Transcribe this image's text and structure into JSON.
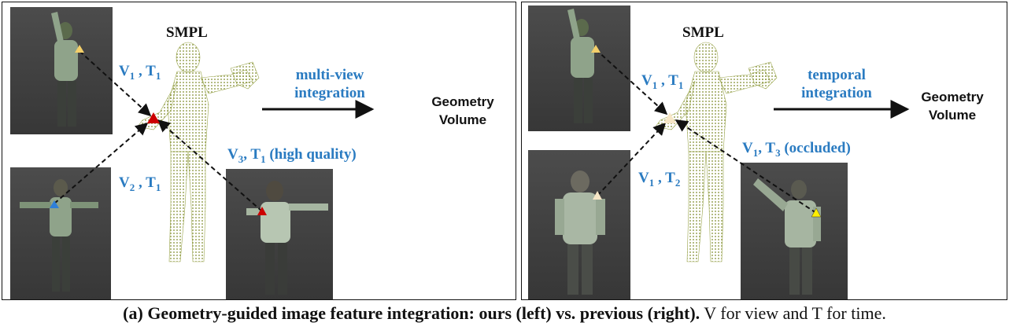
{
  "left": {
    "smpl": "SMPL",
    "labels": {
      "v1t1": {
        "v": "V",
        "vs": "1",
        "sep": " , ",
        "t": "T",
        "ts": "1",
        "suffix": ""
      },
      "v2t1": {
        "v": "V",
        "vs": "2",
        "sep": " , ",
        "t": "T",
        "ts": "1",
        "suffix": ""
      },
      "v3t1": {
        "v": "V",
        "vs": "3",
        "sep": ", ",
        "t": "T",
        "ts": "1",
        "suffix": " (high quality)"
      }
    },
    "integration": [
      "multi-view",
      "integration"
    ],
    "geometry": [
      "Geometry",
      "Volume"
    ]
  },
  "right": {
    "smpl": "SMPL",
    "labels": {
      "v1t1": {
        "v": "V",
        "vs": "1",
        "sep": " , ",
        "t": "T",
        "ts": "1",
        "suffix": ""
      },
      "v1t2": {
        "v": "V",
        "vs": "1",
        "sep": " , ",
        "t": "T",
        "ts": "2",
        "suffix": ""
      },
      "v1t3": {
        "v": "V",
        "vs": "1",
        "sep": ", ",
        "t": "T",
        "ts": "3",
        "suffix": " (occluded)"
      }
    },
    "integration": [
      "temporal",
      "integration"
    ],
    "geometry": [
      "Geometry",
      "Volume"
    ]
  },
  "caption": {
    "bold": "(a) Geometry-guided image feature integration: ours (left) vs. previous (right).",
    "rest": " V for view and T for time."
  },
  "colors": {
    "label": "#2a7bc1",
    "marker_red": "#cc0000",
    "marker_yellow_soft": "#f3cf6a",
    "marker_blue": "#2f7fd8",
    "marker_yellow": "#ffee00",
    "marker_cream": "#f6e6c6",
    "mesh": "#7d8a2a"
  }
}
